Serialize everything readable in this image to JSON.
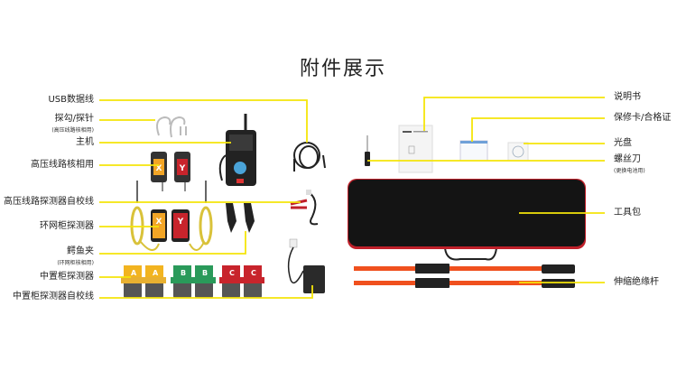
{
  "title": "附件展示",
  "colors": {
    "leader": "#f5e50a",
    "bag": "#111111",
    "bag_edge": "#c0202a",
    "pole": "#f0501e"
  },
  "left_labels": [
    {
      "text": "USB数据线"
    },
    {
      "text": "探勾/探针",
      "sub": "(高压线路核相用)"
    },
    {
      "text": "主机"
    },
    {
      "text": "高压线路核相用"
    },
    {
      "text": "高压线路探测器自校线"
    },
    {
      "text": "环网柜探测器"
    },
    {
      "text": "鳄鱼夹",
      "sub": "(环网柜核相用)"
    },
    {
      "text": "中置柜探测器"
    },
    {
      "text": "中置柜探测器自校线"
    }
  ],
  "right_labels": [
    {
      "text": "说明书"
    },
    {
      "text": "保修卡/合格证"
    },
    {
      "text": "光盘"
    },
    {
      "text": "螺丝刀",
      "sub": "(更换电池用)"
    },
    {
      "text": "工具包"
    },
    {
      "text": "伸缩绝缘杆"
    }
  ],
  "product_marks": {
    "x": "X",
    "y": "Y",
    "a": "A",
    "b": "B",
    "c": "C"
  }
}
